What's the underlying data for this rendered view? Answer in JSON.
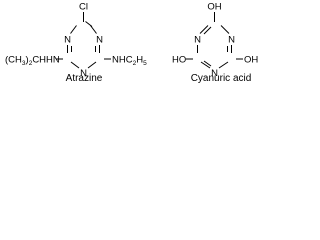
{
  "molecules": [
    {
      "caption": "Atrazine",
      "ring_atoms": [
        "N",
        "N",
        "N"
      ],
      "top_substituent": "Cl",
      "left_substituent_main": "(CH",
      "left_substituent_sub": "3",
      "left_substituent_rest": ")",
      "left_substituent_sub2": "2",
      "left_substituent_tail": "CHHN",
      "right_substituent_main": "NHC",
      "right_substituent_sub": "2",
      "right_substituent_rest": "H",
      "right_substituent_sub2": "5"
    },
    {
      "caption": "Cyanuric acid",
      "ring_atoms": [
        "N",
        "N",
        "N"
      ],
      "top_substituent": "OH",
      "left_substituent": "HO",
      "right_substituent": "OH"
    }
  ]
}
